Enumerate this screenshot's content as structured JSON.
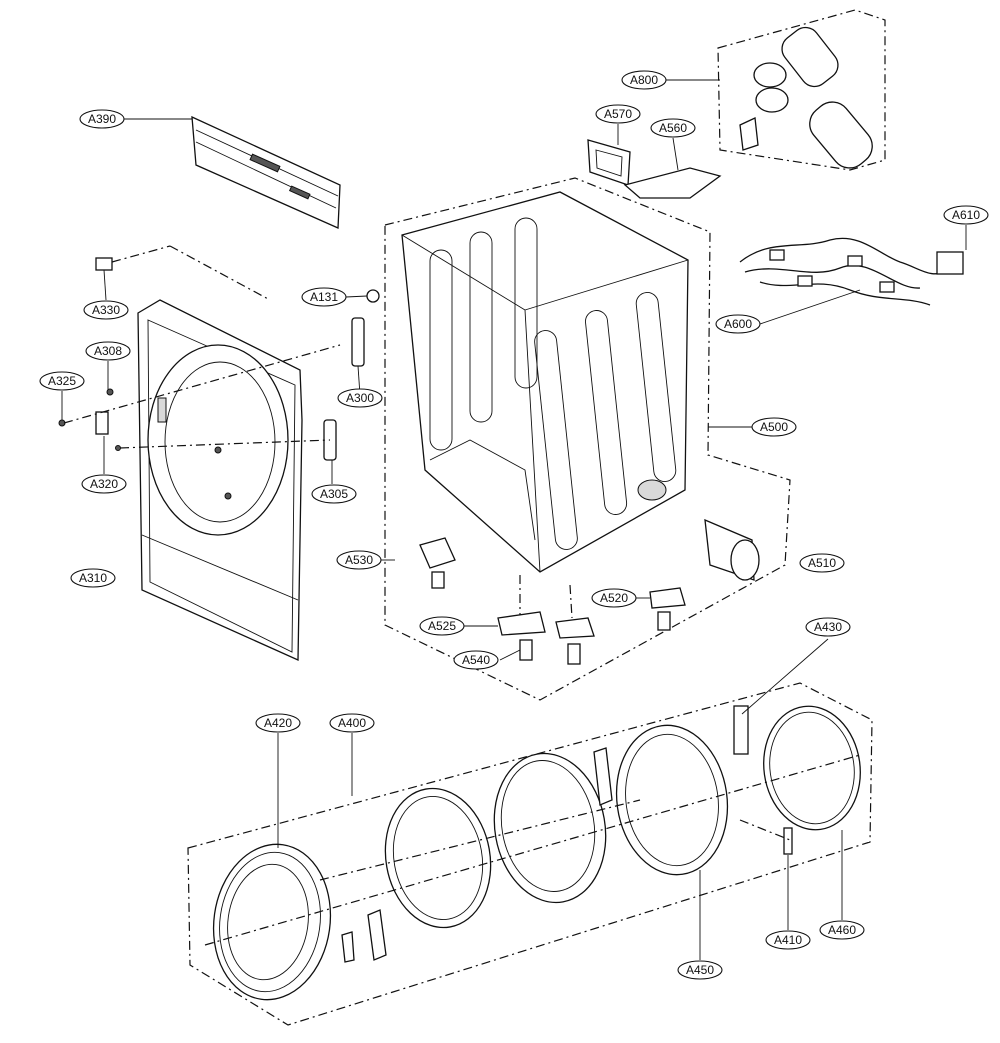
{
  "diagram": {
    "labels": [
      {
        "id": "A800",
        "text": "A800"
      },
      {
        "id": "A570",
        "text": "A570"
      },
      {
        "id": "A560",
        "text": "A560"
      },
      {
        "id": "A390",
        "text": "A390"
      },
      {
        "id": "A610",
        "text": "A610"
      },
      {
        "id": "A131",
        "text": "A131"
      },
      {
        "id": "A330",
        "text": "A330"
      },
      {
        "id": "A600",
        "text": "A600"
      },
      {
        "id": "A308",
        "text": "A308"
      },
      {
        "id": "A300",
        "text": "A300"
      },
      {
        "id": "A325",
        "text": "A325"
      },
      {
        "id": "A500",
        "text": "A500"
      },
      {
        "id": "A320",
        "text": "A320"
      },
      {
        "id": "A305",
        "text": "A305"
      },
      {
        "id": "A530",
        "text": "A530"
      },
      {
        "id": "A510",
        "text": "A510"
      },
      {
        "id": "A310",
        "text": "A310"
      },
      {
        "id": "A520",
        "text": "A520"
      },
      {
        "id": "A525",
        "text": "A525"
      },
      {
        "id": "A430",
        "text": "A430"
      },
      {
        "id": "A540",
        "text": "A540"
      },
      {
        "id": "A420",
        "text": "A420"
      },
      {
        "id": "A400",
        "text": "A400"
      },
      {
        "id": "A410",
        "text": "A410"
      },
      {
        "id": "A460",
        "text": "A460"
      },
      {
        "id": "A450",
        "text": "A450"
      }
    ]
  }
}
